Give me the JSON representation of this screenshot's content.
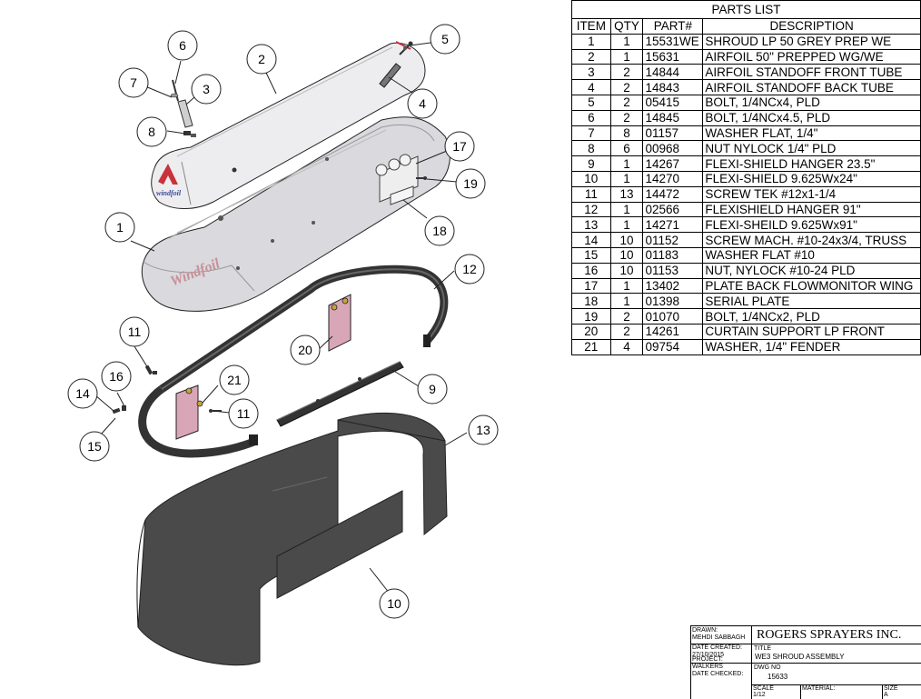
{
  "parts_list": {
    "title": "PARTS LIST",
    "headers": [
      "ITEM",
      "QTY",
      "PART#",
      "DESCRIPTION"
    ],
    "rows": [
      [
        "1",
        "1",
        "15531WE",
        "SHROUD LP 50 GREY PREP WE"
      ],
      [
        "2",
        "1",
        "15631",
        "AIRFOIL 50\" PREPPED WG/WE"
      ],
      [
        "3",
        "2",
        "14844",
        "AIRFOIL STANDOFF FRONT TUBE"
      ],
      [
        "4",
        "2",
        "14843",
        "AIRFOIL STANDOFF BACK TUBE"
      ],
      [
        "5",
        "2",
        "05415",
        "BOLT, 1/4NCx4, PLD"
      ],
      [
        "6",
        "2",
        "14845",
        "BOLT, 1/4NCx4.5, PLD"
      ],
      [
        "7",
        "8",
        "01157",
        "WASHER FLAT, 1/4\""
      ],
      [
        "8",
        "6",
        "00968",
        "NUT NYLOCK 1/4\" PLD"
      ],
      [
        "9",
        "1",
        "14267",
        "FLEXI-SHIELD HANGER 23.5\""
      ],
      [
        "10",
        "1",
        "14270",
        "FLEXI-SHIELD 9.625Wx24\""
      ],
      [
        "11",
        "13",
        "14472",
        "SCREW TEK #12x1-1/4"
      ],
      [
        "12",
        "1",
        "02566",
        "FLEXISHIELD HANGER 91\""
      ],
      [
        "13",
        "1",
        "14271",
        "FLEXI-SHEILD 9.625Wx91\""
      ],
      [
        "14",
        "10",
        "01152",
        "SCREW MACH. #10-24x3/4, TRUSS"
      ],
      [
        "15",
        "10",
        "01183",
        "WASHER FLAT #10"
      ],
      [
        "16",
        "10",
        "01153",
        "NUT, NYLOCK #10-24 PLD"
      ],
      [
        "17",
        "1",
        "13402",
        "PLATE BACK FLOWMONITOR WING"
      ],
      [
        "18",
        "1",
        "01398",
        "SERIAL PLATE"
      ],
      [
        "19",
        "2",
        "01070",
        "BOLT, 1/4NCx2, PLD"
      ],
      [
        "20",
        "2",
        "14261",
        "CURTAIN SUPPORT LP FRONT"
      ],
      [
        "21",
        "4",
        "09754",
        "WASHER, 1/4\" FENDER"
      ]
    ]
  },
  "callouts": [
    "1",
    "2",
    "3",
    "4",
    "5",
    "6",
    "7",
    "8",
    "9",
    "10",
    "11",
    "11",
    "12",
    "13",
    "14",
    "15",
    "16",
    "17",
    "18",
    "19",
    "20",
    "21"
  ],
  "logos": {
    "shroud_brand": "Windfoil",
    "airfoil_brand": "windfoil"
  },
  "title_block": {
    "drawn_label": "DRAWN:",
    "drawn_value": "MEHDI SABBAGH",
    "date_created_label": "DATE CREATED:",
    "date_created_value": "27/10/2015",
    "project_label": "PROJECT:",
    "project_value": "WALKERS",
    "date_checked_label": "DATE CHECKED:",
    "company": "ROGERS SPRAYERS INC.",
    "title_label": "TITLE",
    "title_value": "WE3 SHROUD ASSEMBLY",
    "dwg_label": "DWG NO",
    "dwg_value": "15633",
    "scale_label": "SCALE",
    "scale_value": "1/12",
    "material_label": "MATERIAL:",
    "size_label": "SIZE",
    "size_value": "A"
  },
  "colors": {
    "line": "#222222",
    "shroud_fill": "#d9d9de",
    "airfoil_fill": "#ededf0",
    "shield_fill": "#4a4a4a",
    "hanger_fill": "#333333",
    "curtain_fill": "#d9a6b8",
    "brand_red": "#c8323c",
    "logo_pink": "#c9909a"
  }
}
